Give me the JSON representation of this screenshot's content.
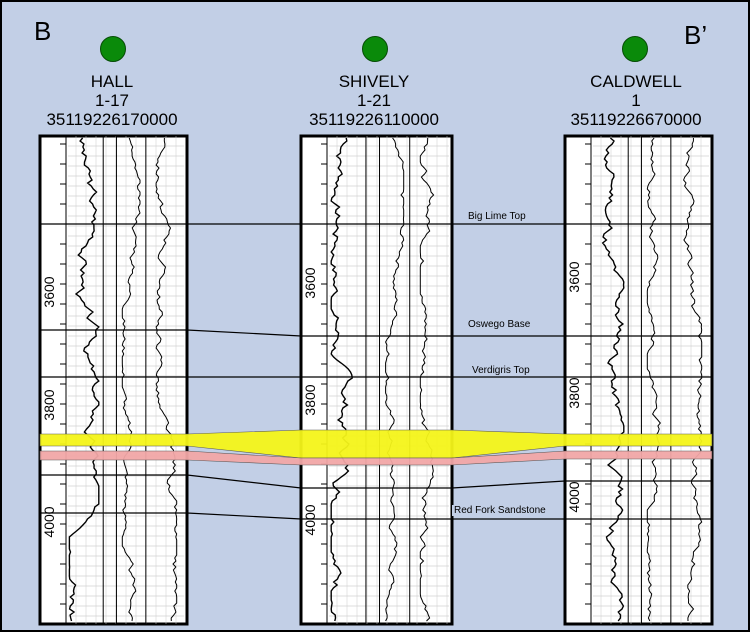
{
  "section": {
    "start_label": "B",
    "end_label": "B’"
  },
  "wells": [
    {
      "name": "HALL",
      "number": "1-17",
      "api": "35119226170000",
      "depth_labels": [
        "3600",
        "3800",
        "4000"
      ],
      "symbol": "green-circle-icon"
    },
    {
      "name": "SHIVELY",
      "number": "1-21",
      "api": "35119226110000",
      "depth_labels": [
        "3600",
        "3800",
        "4000"
      ],
      "symbol": "green-circle-icon"
    },
    {
      "name": "CALDWELL",
      "number": "1",
      "api": "35119226670000",
      "depth_labels": [
        "3600",
        "3800",
        "4000"
      ],
      "symbol": "green-circle-icon"
    }
  ],
  "tops": [
    {
      "name": "Big Lime Top"
    },
    {
      "name": "Oswego Base"
    },
    {
      "name": "Verdigris Top"
    },
    {
      "name": "Red Fork Sandstone"
    }
  ],
  "colors": {
    "background": "#c2cfe6",
    "well_symbol": "#0a8a0a",
    "sand_band": "#f5f51a",
    "shale_band": "#f2a7a7",
    "border": "#000000"
  }
}
